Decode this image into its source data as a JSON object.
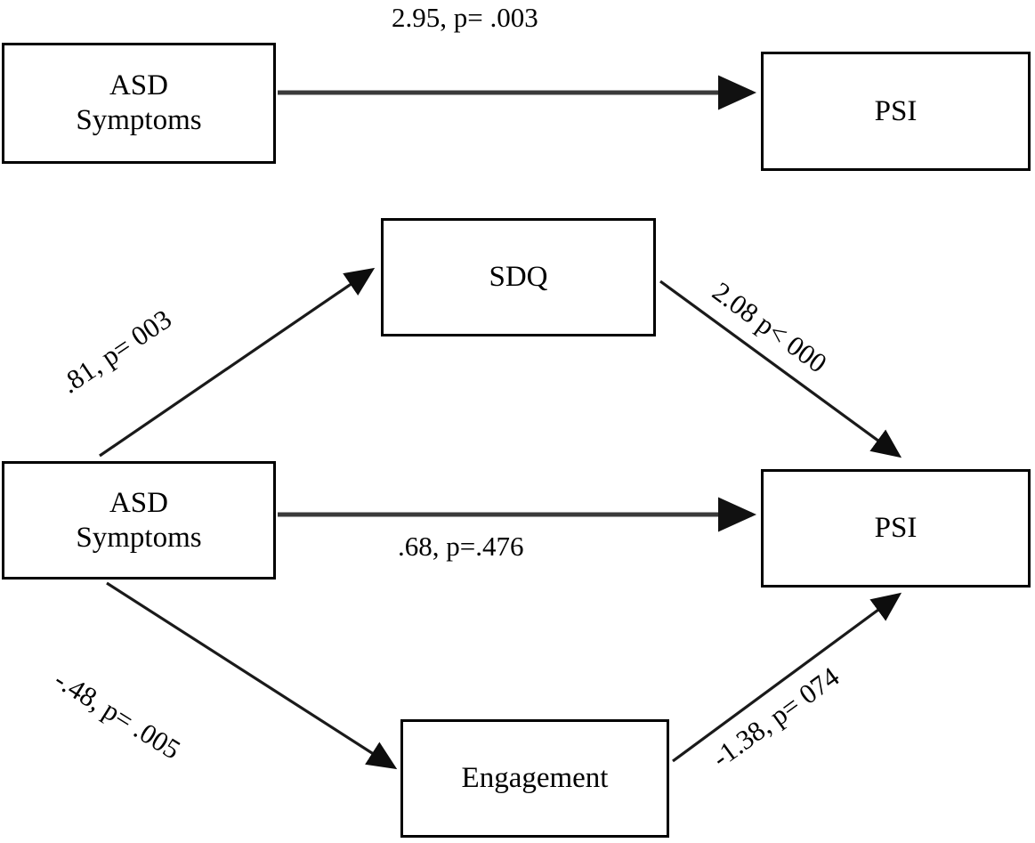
{
  "figure": {
    "type": "path-mediation-diagram",
    "background_color": "#ffffff",
    "line_color": "#000000",
    "panels": [
      {
        "id": "top-panel",
        "name": "direct-effect-model",
        "nodes": [
          {
            "id": "asd-top",
            "label": "ASD\nSymptoms"
          },
          {
            "id": "psi-top",
            "label": "PSI"
          }
        ],
        "edges": [
          {
            "id": "asd-top-to-psi-top",
            "from": "asd-top",
            "to": "psi-top",
            "label": "2.95, p= .003"
          }
        ]
      },
      {
        "id": "bottom-panel",
        "name": "mediation-model",
        "nodes": [
          {
            "id": "sdq",
            "label": "SDQ"
          },
          {
            "id": "asd-mid",
            "label": "ASD\nSymptoms"
          },
          {
            "id": "psi-mid",
            "label": "PSI"
          },
          {
            "id": "engagement",
            "label": "Engagement"
          }
        ],
        "edges": [
          {
            "id": "asd-to-sdq",
            "from": "asd-mid",
            "to": "sdq",
            "label": ".81, p= 003"
          },
          {
            "id": "sdq-to-psi",
            "from": "sdq",
            "to": "psi-mid",
            "label": "2.08 p< 000"
          },
          {
            "id": "asd-to-psi",
            "from": "asd-mid",
            "to": "psi-mid",
            "label": ".68, p=.476"
          },
          {
            "id": "asd-to-engagement",
            "from": "asd-mid",
            "to": "engagement",
            "label": "-.48, p= .005"
          },
          {
            "id": "engagement-to-psi",
            "from": "engagement",
            "to": "psi-mid",
            "label": "-1.38, p= 074"
          }
        ]
      }
    ]
  },
  "chart_data": {
    "type": "diagram",
    "title": "",
    "nodes": [
      "ASD Symptoms",
      "PSI",
      "SDQ",
      "Engagement"
    ],
    "paths": [
      {
        "from": "ASD Symptoms",
        "to": "PSI",
        "coefficient": 2.95,
        "p_text": "p= .003",
        "panel": "top"
      },
      {
        "from": "ASD Symptoms",
        "to": "SDQ",
        "coefficient": 0.81,
        "p_text": "p= 003",
        "panel": "bottom"
      },
      {
        "from": "SDQ",
        "to": "PSI",
        "coefficient": 2.08,
        "p_text": "p< 000",
        "panel": "bottom"
      },
      {
        "from": "ASD Symptoms",
        "to": "PSI",
        "coefficient": 0.68,
        "p_text": "p=.476",
        "panel": "bottom"
      },
      {
        "from": "ASD Symptoms",
        "to": "Engagement",
        "coefficient": -0.48,
        "p_text": "p= .005",
        "panel": "bottom"
      },
      {
        "from": "Engagement",
        "to": "PSI",
        "coefficient": -1.38,
        "p_text": "p= 074",
        "panel": "bottom"
      }
    ]
  },
  "labels": {
    "asd_top": "ASD\nSymptoms",
    "psi_top": "PSI",
    "sdq": "SDQ",
    "asd_mid": "ASD\nSymptoms",
    "psi_mid": "PSI",
    "engagement": "Engagement",
    "edge_top": "2.95, p= .003",
    "edge_asd_sdq": ".81, p= 003",
    "edge_sdq_psi": "2.08 p< 000",
    "edge_asd_psi": ".68, p=.476",
    "edge_asd_eng": "-.48, p= .005",
    "edge_eng_psi": "-1.38, p= 074"
  }
}
